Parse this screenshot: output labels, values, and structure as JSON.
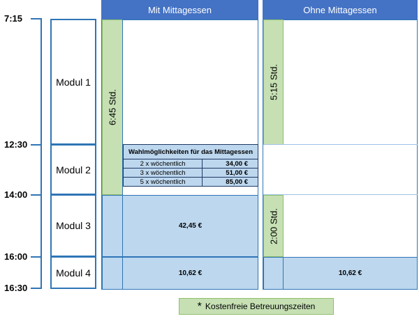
{
  "times": [
    "7:15",
    "12:30",
    "14:00",
    "16:00",
    "16:30"
  ],
  "modules": [
    "Modul 1",
    "Modul 2",
    "Modul 3",
    "Modul 4"
  ],
  "columns": {
    "with_lunch": {
      "title": "Mit Mittagessen",
      "care_hours": "6:45 Std.",
      "module3_price": "42,45 €",
      "module4_price": "10,62 €"
    },
    "without_lunch": {
      "title": "Ohne Mittagessen",
      "care_hours_1": "5:15 Std.",
      "care_hours_2": "2:00 Std.",
      "module4_price": "10,62 €"
    }
  },
  "lunch_table": {
    "title": "Wahlmöglichkeiten für das Mittagessen",
    "rows": [
      {
        "frequency": "2 x wöchentlich",
        "price": "34,00 €"
      },
      {
        "frequency": "3 x wöchentlich",
        "price": "51,00 €"
      },
      {
        "frequency": "5 x wöchentlich",
        "price": "85,00 €"
      }
    ]
  },
  "legend": {
    "star": "*",
    "text": "Kostenfreie Betreuungszeiten"
  },
  "colors": {
    "header_blue": "#4472c4",
    "line_blue": "#2e75b6",
    "light_blue": "#bdd7ee",
    "light_green": "#c6e0b4"
  }
}
